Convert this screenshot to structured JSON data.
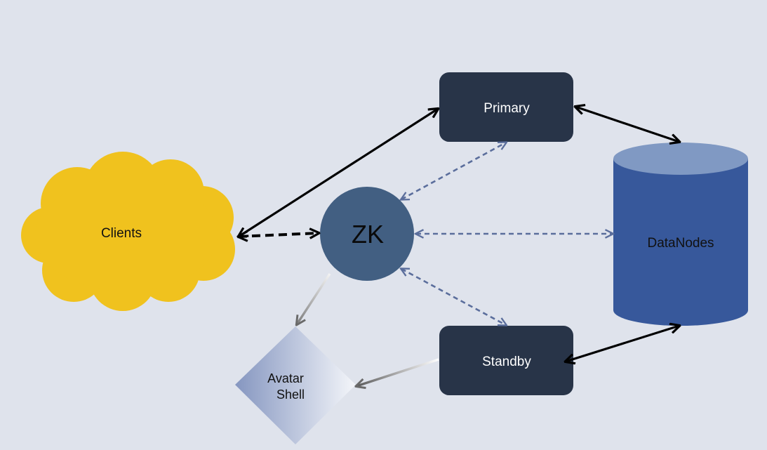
{
  "nodes": {
    "clients": {
      "label": "Clients"
    },
    "zk": {
      "label": "ZK"
    },
    "primary": {
      "label": "Primary"
    },
    "standby": {
      "label": "Standby"
    },
    "datanodes": {
      "label": "DataNodes"
    },
    "avatar_shell": {
      "label_line1": "Avatar",
      "label_line2": "Shell"
    }
  },
  "colors": {
    "background": "#dfe3ec",
    "cloud": "#f0c21e",
    "zk_circle": "#425f82",
    "node_box": "#283448",
    "cylinder_body": "#37589b",
    "cylinder_top": "#8099c3",
    "dashed_link": "#5b6e9c",
    "solid_link": "#000000"
  }
}
